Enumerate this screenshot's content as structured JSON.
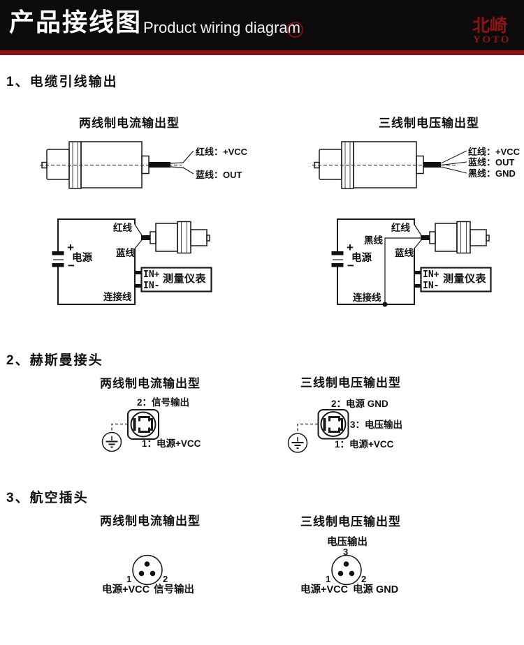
{
  "header": {
    "title_cn": "产品接线图",
    "title_en": "Product wiring diagram",
    "icon": "circle-down-arrow",
    "icon_glyph": "↓",
    "logo_cn": "北崎",
    "logo_en": "YOTO"
  },
  "colors": {
    "header_bg": "#0d0b0b",
    "accent_red": "#8b1216",
    "logo_red": "#8c1414",
    "line_color": "#1a1a1a"
  },
  "section1": {
    "heading": "1、电缆引线输出",
    "left": {
      "subtitle": "两线制电流输出型",
      "wire_labels": {
        "red": "红线：+VCC",
        "blue": "蓝线：OUT"
      },
      "circuit": {
        "plus": "+",
        "minus": "−",
        "power": "电源",
        "red": "红线",
        "blue": "蓝线",
        "connect": "连接线",
        "in_plus": "IN+",
        "in_minus": "IN-",
        "meter": "测量仪表"
      }
    },
    "right": {
      "subtitle": "三线制电压输出型",
      "wire_labels": {
        "red": "红线：+VCC",
        "blue": "蓝线：OUT",
        "black": "黑线：GND"
      },
      "circuit": {
        "plus": "+",
        "minus": "−",
        "power": "电源",
        "red": "红线",
        "black": "黑线",
        "blue": "蓝线",
        "connect": "连接线",
        "in_plus": "IN+",
        "in_minus": "IN-",
        "meter": "测量仪表"
      }
    }
  },
  "section2": {
    "heading": "2、赫斯曼接头",
    "left": {
      "subtitle": "两线制电流输出型",
      "pin2": "2：信号输出",
      "pin1": "1：电源+VCC"
    },
    "right": {
      "subtitle": "三线制电压输出型",
      "pin2": "2：电源 GND",
      "pin3": "3：电压输出",
      "pin1": "1：电源+VCC"
    }
  },
  "section3": {
    "heading": "3、航空插头",
    "left": {
      "subtitle": "两线制电流输出型",
      "num1": "1",
      "num2": "2",
      "label1": "电源+VCC",
      "label2": "信号输出"
    },
    "right": {
      "subtitle": "三线制电压输出型",
      "top_label": "电压输出",
      "num3": "3",
      "num1": "1",
      "num2": "2",
      "label1": "电源+VCC",
      "label2": "电源 GND"
    }
  }
}
